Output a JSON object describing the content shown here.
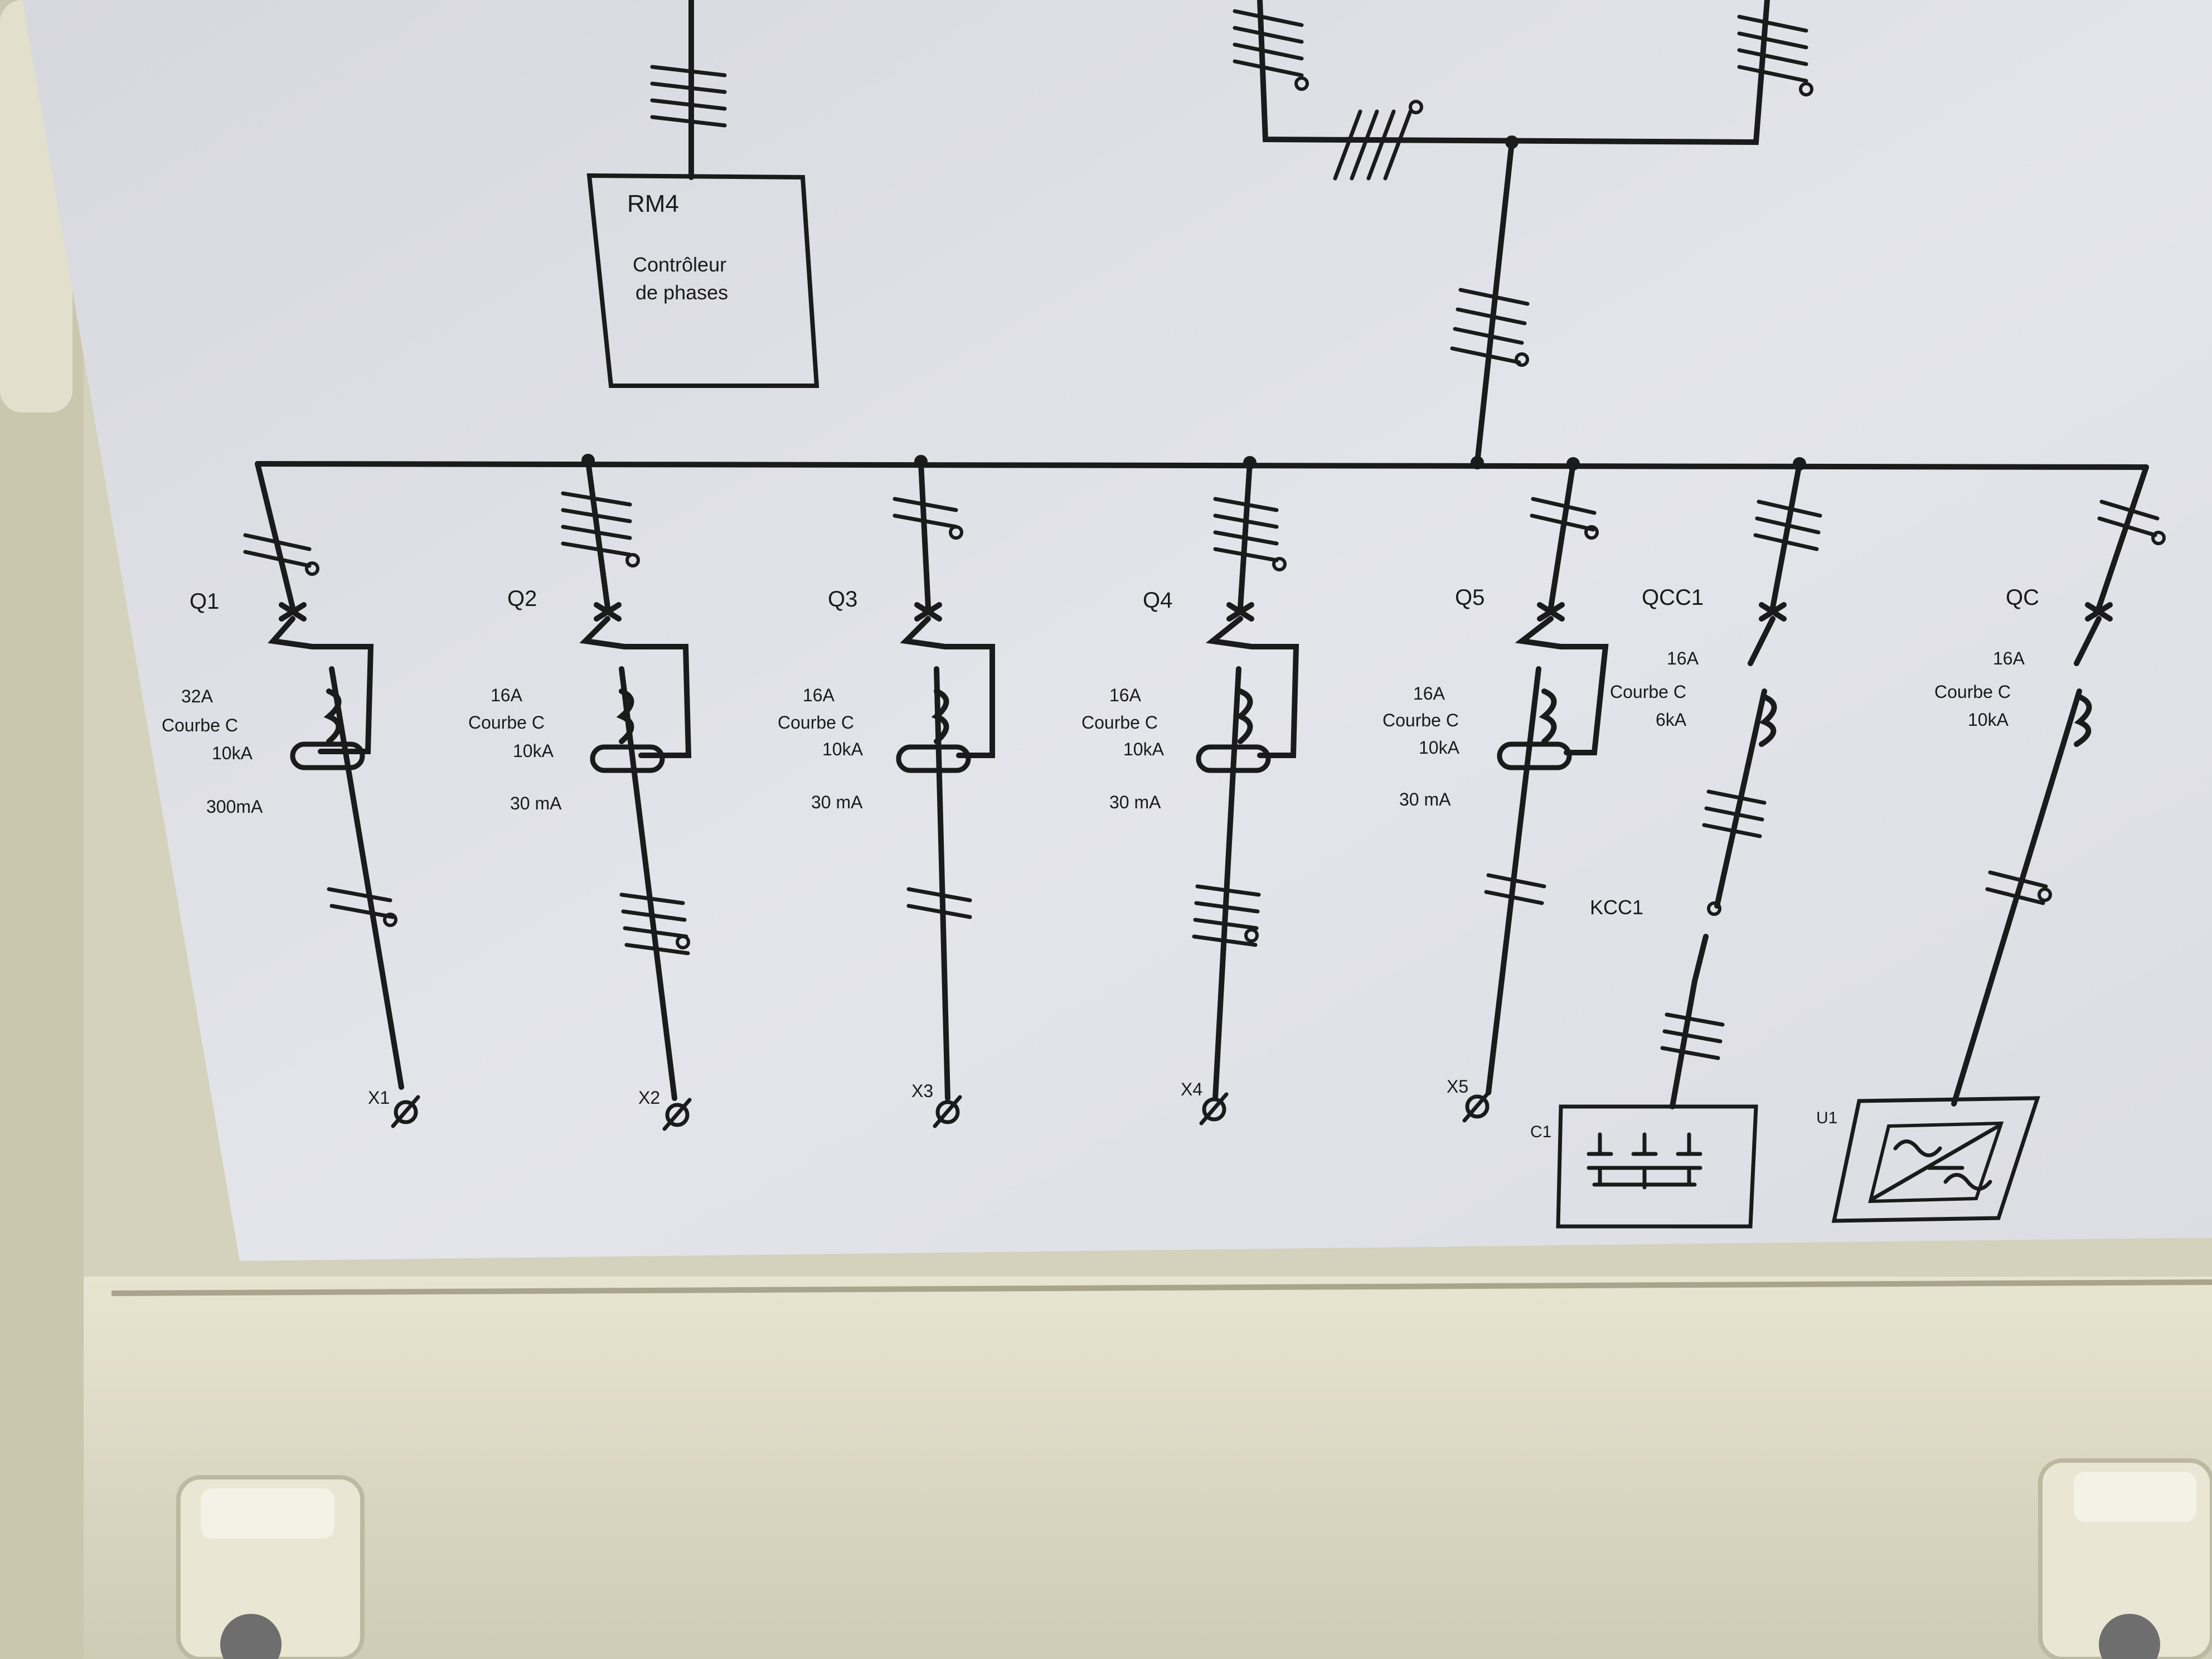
{
  "rm4": {
    "tag": "RM4",
    "line1": "Contrôleur",
    "line2": "de phases"
  },
  "feeders": [
    {
      "tag": "Q1",
      "rating": "32A",
      "curve": "Courbe C",
      "breaking": "10kA",
      "sensitivity": "300mA",
      "terminal": "X1"
    },
    {
      "tag": "Q2",
      "rating": "16A",
      "curve": "Courbe C",
      "breaking": "10kA",
      "sensitivity": "30 mA",
      "terminal": "X2"
    },
    {
      "tag": "Q3",
      "rating": "16A",
      "curve": "Courbe C",
      "breaking": "10kA",
      "sensitivity": "30 mA",
      "terminal": "X3"
    },
    {
      "tag": "Q4",
      "rating": "16A",
      "curve": "Courbe C",
      "breaking": "10kA",
      "sensitivity": "30 mA",
      "terminal": "X4"
    },
    {
      "tag": "Q5",
      "rating": "16A",
      "curve": "Courbe C",
      "breaking": "10kA",
      "sensitivity": "30 mA",
      "terminal": "X5"
    }
  ],
  "qcc1": {
    "tag": "QCC1",
    "rating": "16A",
    "curve": "Courbe C",
    "breaking": "6kA",
    "contactor": "KCC1",
    "load": "C1"
  },
  "qc": {
    "tag": "QC",
    "rating": "16A",
    "curve": "Courbe C",
    "breaking": "10kA",
    "load": "U1"
  },
  "colors": {
    "panel": "#e3e4ea",
    "ink": "#1b1b1b",
    "cabinet": "#d9d6c2"
  }
}
